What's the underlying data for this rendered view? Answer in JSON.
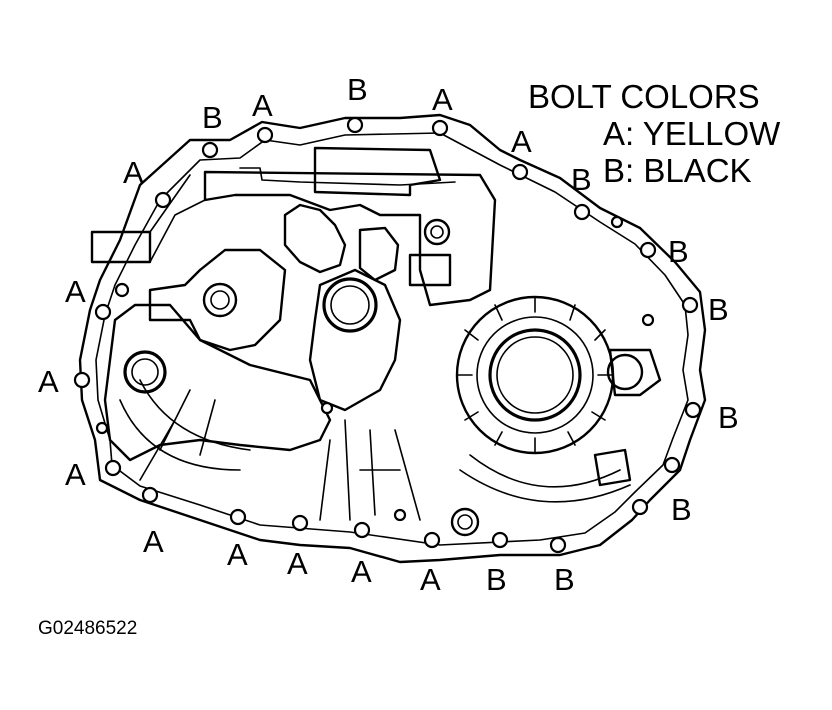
{
  "legend": {
    "title": "BOLT COLORS",
    "line_a": "A: YELLOW",
    "line_b": "B: BLACK"
  },
  "figure_id": "G02486522",
  "bolt_labels": [
    {
      "text": "B"
    },
    {
      "text": "A"
    },
    {
      "text": "B"
    },
    {
      "text": "A"
    },
    {
      "text": "A"
    },
    {
      "text": "A"
    },
    {
      "text": "B"
    },
    {
      "text": "B"
    },
    {
      "text": "A"
    },
    {
      "text": "B"
    },
    {
      "text": "A"
    },
    {
      "text": "B"
    },
    {
      "text": "A"
    },
    {
      "text": "B"
    },
    {
      "text": "A"
    },
    {
      "text": "A"
    },
    {
      "text": "A"
    },
    {
      "text": "A"
    },
    {
      "text": "A"
    },
    {
      "text": "B"
    },
    {
      "text": "B"
    }
  ]
}
